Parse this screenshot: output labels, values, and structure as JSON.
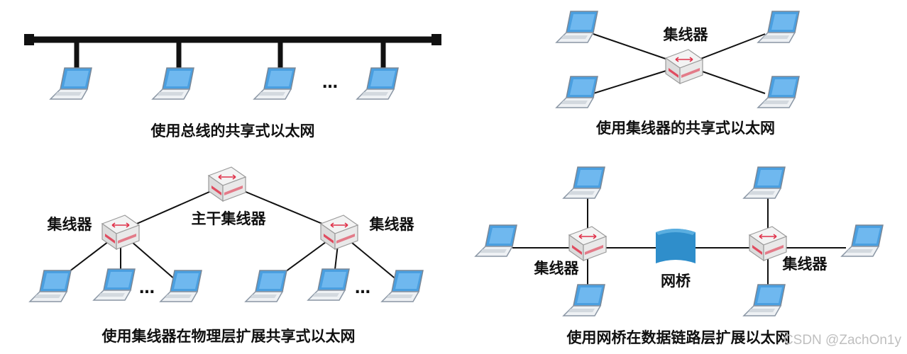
{
  "panels": {
    "bus": {
      "caption": "使用总线的共享式以太网",
      "ellipsis": "…"
    },
    "hub": {
      "caption": "使用集线器的共享式以太网",
      "hub_label": "集线器"
    },
    "multi_hub": {
      "caption": "使用集线器在物理层扩展共享式以太网",
      "backbone_label": "主干集线器",
      "left_hub_label": "集线器",
      "right_hub_label": "集线器",
      "ellipsis": "…"
    },
    "bridge": {
      "caption": "使用网桥在数据链路层扩展以太网",
      "bridge_label": "网桥",
      "left_hub_label": "集线器",
      "right_hub_label": "集线器"
    }
  },
  "watermark": "CSDN @ZachOn1y",
  "colors": {
    "line": "#111111",
    "laptop_screen": "#4a9fe0",
    "hub_top": "#f3f3f3",
    "hub_port": "#e0324a",
    "bridge": "#2f8ecb"
  },
  "icons": {
    "device": "laptop-icon",
    "hub": "hub-icon",
    "bridge": "bridge-icon"
  }
}
